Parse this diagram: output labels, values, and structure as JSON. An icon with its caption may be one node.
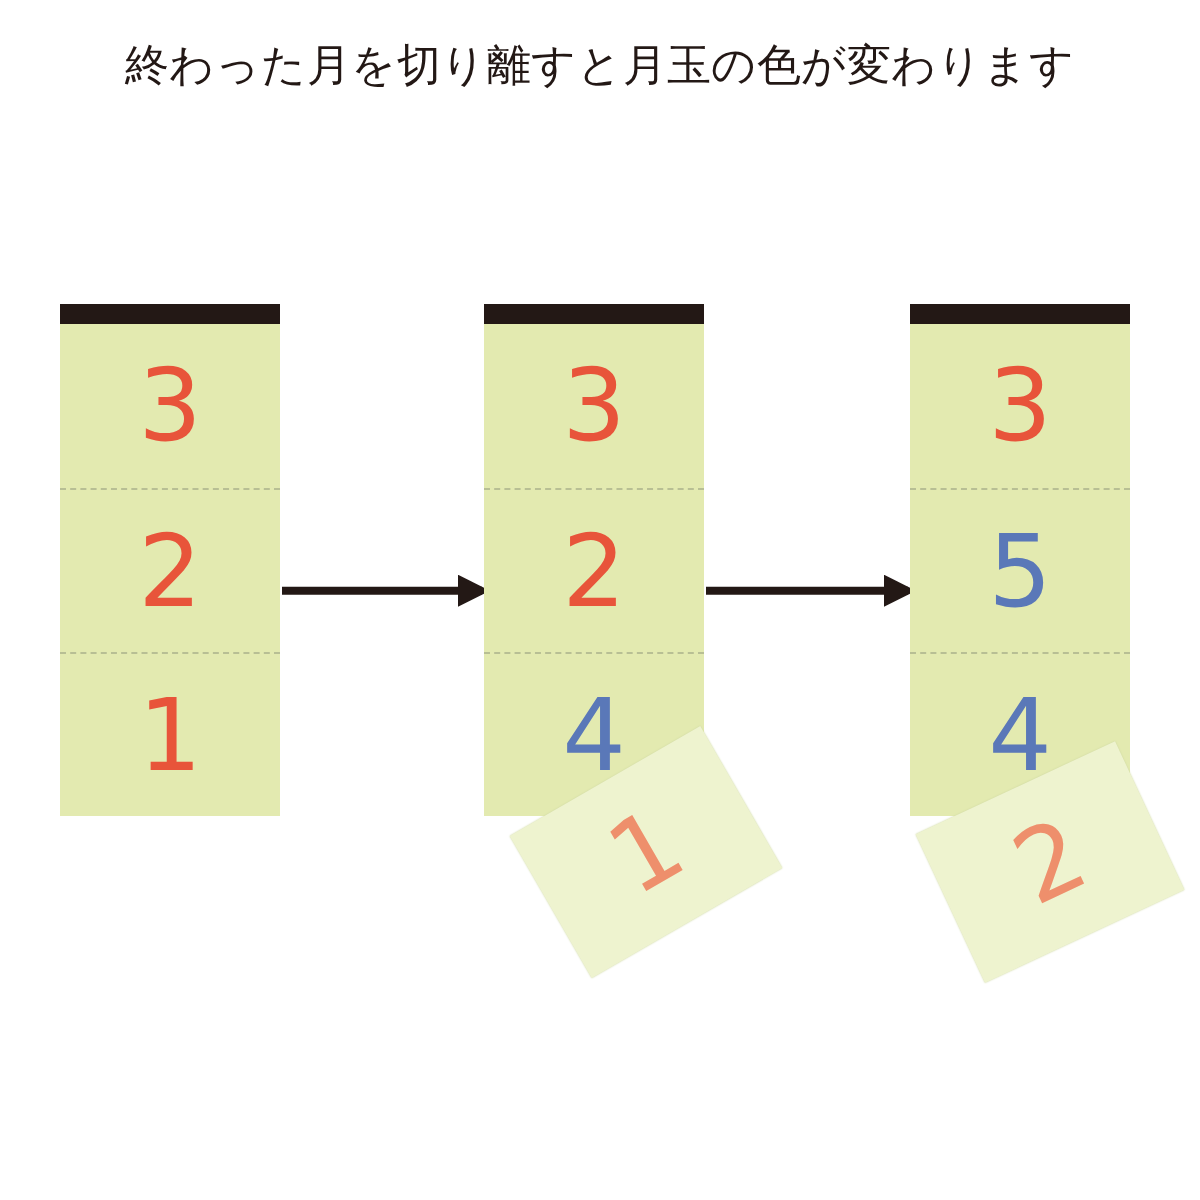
{
  "diagram": {
    "title": "終わった月を切り離すと月玉の色が変わります",
    "nodes": [
      {
        "text": [],
        "shape": "box"
      },
      {
        "text": [
          "3"
        ],
        "in": 0
      },
      {
        "text": [
          "2"
        ],
        "in": 0
      },
      {
        "text": [
          "1"
        ],
        "in": 0
      },
      {
        "text": [],
        "shape": "box"
      },
      {
        "text": [
          "3"
        ],
        "in": 4
      },
      {
        "text": [
          "2"
        ],
        "in": 4
      },
      {
        "text": [
          "4"
        ],
        "in": 4
      },
      {
        "text": [
          "1"
        ]
      },
      {
        "text": [],
        "shape": "box"
      },
      {
        "text": [
          "3"
        ],
        "in": 9
      },
      {
        "text": [
          "5"
        ],
        "in": 9
      },
      {
        "text": [
          "4"
        ],
        "in": 9
      },
      {
        "text": [
          "2"
        ]
      }
    ],
    "edges": [
      {
        "from": 0,
        "to": 4,
        "arrow": "to"
      },
      {
        "from": 4,
        "to": 9,
        "arrow": "to"
      }
    ]
  }
}
